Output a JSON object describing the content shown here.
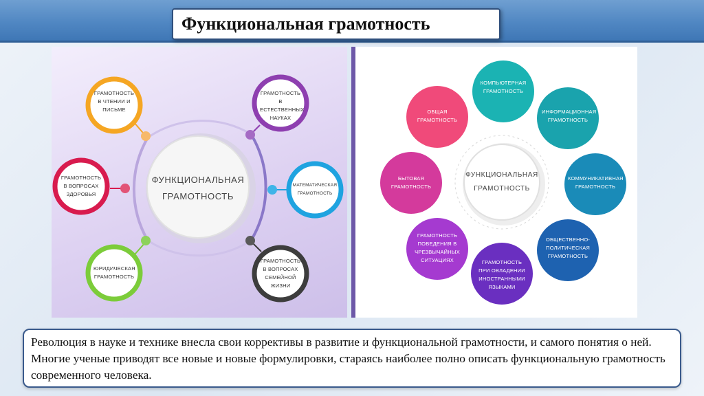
{
  "title": "Функциональная грамотность",
  "left_diagram": {
    "center": "ФУНКЦИОНАЛЬНАЯ ГРАМОТНОСТЬ",
    "items": [
      {
        "label": "ГРАМОТНОСТЬ В ЧТЕНИИ И ПИСЬМЕ",
        "color": "#f5a623"
      },
      {
        "label": "ГРАМОТНОСТЬ В ВОПРОСАХ ЗДОРОВЬЯ",
        "color": "#d81b4e"
      },
      {
        "label": "ЮРИДИЧЕСКАЯ ГРАМОТНОСТЬ",
        "color": "#7ccc3a"
      },
      {
        "label": "ГРАМОТНОСТЬ В ЕСТЕСТВЕННЫХ НАУКАХ",
        "color": "#8e3fb0"
      },
      {
        "label": "МАТЕМАТИЧЕСКАЯ ГРАМОТНОСТЬ",
        "color": "#1fa3e0"
      },
      {
        "label": "ГРАМОТНОСТЬ В ВОПРОСАХ СЕМЕЙНОЙ ЖИЗНИ",
        "color": "#3d3d3d"
      }
    ]
  },
  "right_diagram": {
    "center": "ФУНКЦИОНАЛЬНАЯ ГРАМОТНОСТЬ",
    "items": [
      {
        "label": "КОМПЬЮТЕРНАЯ ГРАМОТНОСТЬ",
        "color": "#1bb3b3"
      },
      {
        "label": "ИНФОРМАЦИОННАЯ ГРАМОТНОСТЬ",
        "color": "#1aa3ad"
      },
      {
        "label": "КОММУНИКАТИВНАЯ ГРАМОТНОСТЬ",
        "color": "#1a8bb8"
      },
      {
        "label": "ОБЩЕСТВЕННО-ПОЛИТИЧЕСКАЯ ГРАМОТНОСТЬ",
        "color": "#1e62b0"
      },
      {
        "label": "ГРАМОТНОСТЬ ПРИ ОВЛАДЕНИИ ИНОСТРАННЫМИ ЯЗЫКАМИ",
        "color": "#6a2fc0"
      },
      {
        "label": "ГРАМОТНОСТЬ ПОВЕДЕНИЯ В ЧРЕЗВЫЧАЙНЫХ СИТУАЦИЯХ",
        "color": "#a53ad0"
      },
      {
        "label": "БЫТОВАЯ ГРАМОТНОСТЬ",
        "color": "#d43a9c"
      },
      {
        "label": "ОБЩАЯ ГРАМОТНОСТЬ",
        "color": "#f04a7a"
      }
    ]
  },
  "body_text": "Революция в науке и технике внесла свои коррективы в развитие и функциональной грамотности, и самого понятия о ней. Многие ученые приводят все новые и новые формулировки, стараясь наиболее полно описать функциональную грамотность современного человека."
}
